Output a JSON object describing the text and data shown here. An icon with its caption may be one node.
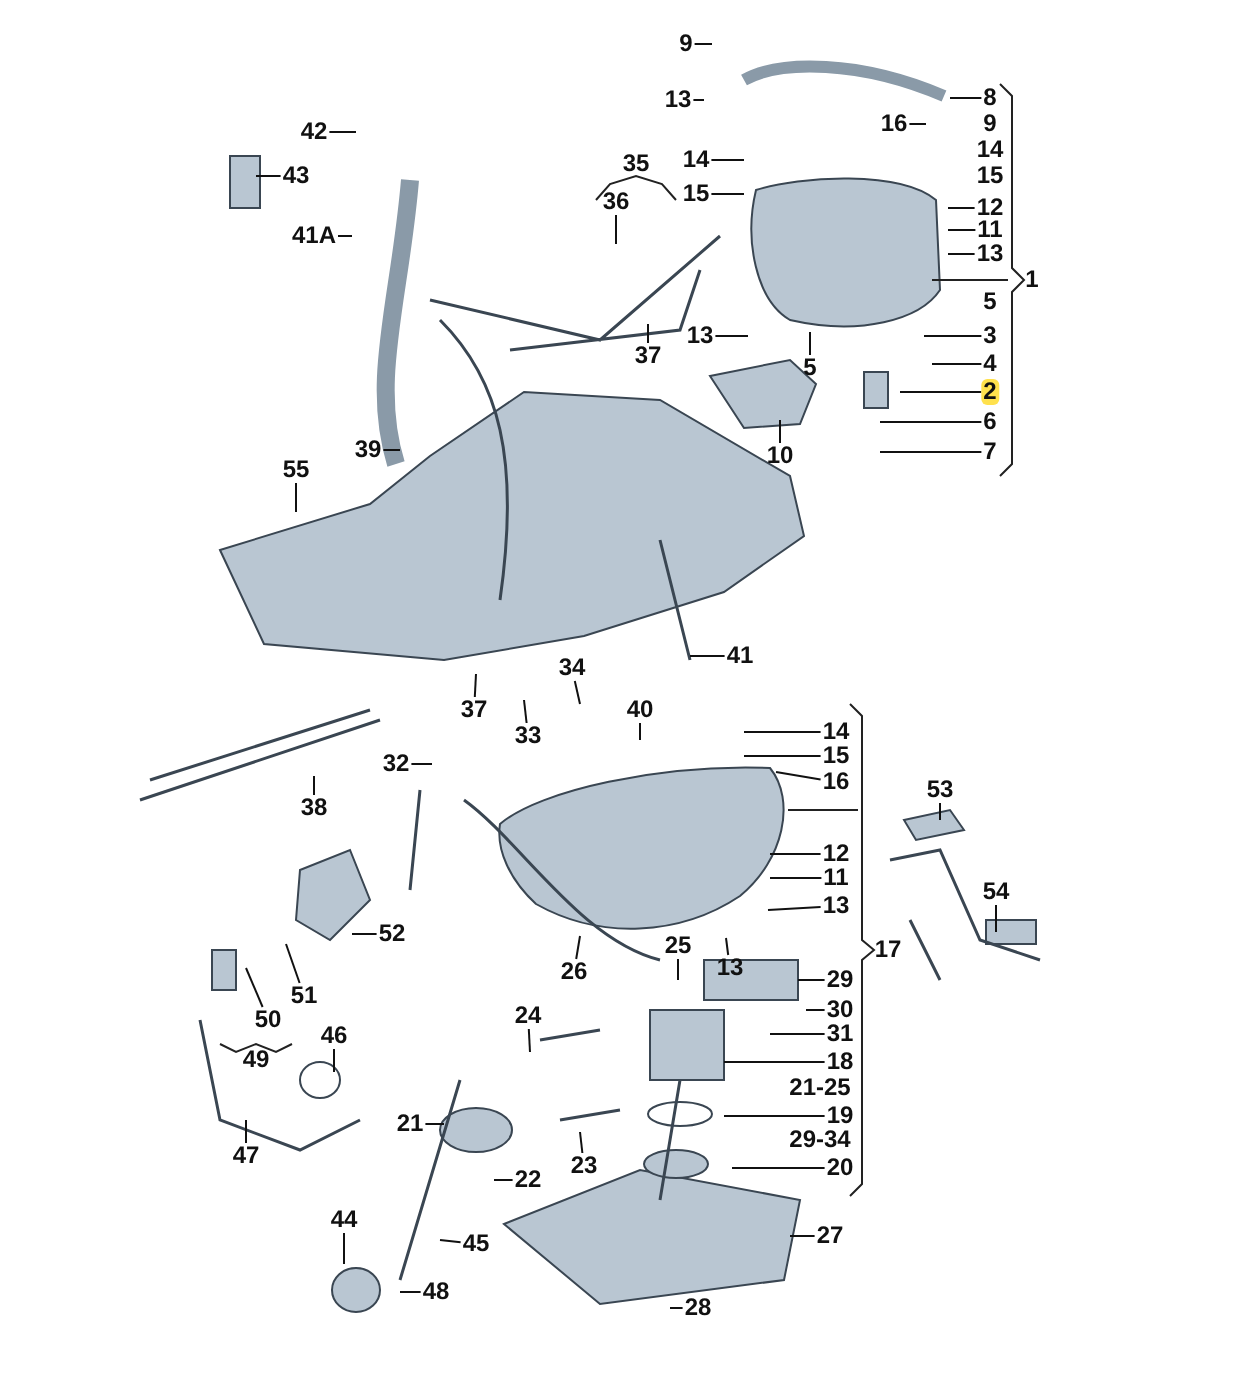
{
  "diagram": {
    "nodes": [
      {
        "text": [
          "9"
        ]
      },
      {
        "text": [
          "13"
        ]
      },
      {
        "text": [
          "8"
        ]
      },
      {
        "text": [
          "16"
        ]
      },
      {
        "text": [
          "42"
        ]
      },
      {
        "text": [
          "14"
        ]
      },
      {
        "text": [
          "43"
        ]
      },
      {
        "text": [
          "36"
        ]
      },
      {
        "text": [
          "15"
        ]
      },
      {
        "text": [
          "12"
        ]
      },
      {
        "text": [
          "11"
        ]
      },
      {
        "text": [
          "41A"
        ]
      },
      {
        "text": [
          "13"
        ]
      },
      {
        "text": [
          "13"
        ]
      },
      {
        "text": [
          "3"
        ]
      },
      {
        "text": [
          "37"
        ]
      },
      {
        "text": [
          "5"
        ]
      },
      {
        "text": [
          "4"
        ]
      },
      {
        "text": [
          "2"
        ]
      },
      {
        "text": [
          "6"
        ]
      },
      {
        "text": [
          "39"
        ]
      },
      {
        "text": [
          "10"
        ]
      },
      {
        "text": [
          "7"
        ]
      },
      {
        "text": [
          "55"
        ]
      },
      {
        "text": [
          "41"
        ]
      },
      {
        "text": [
          "34"
        ]
      },
      {
        "text": [
          "37"
        ]
      },
      {
        "text": [
          "40"
        ]
      },
      {
        "text": [
          "14"
        ]
      },
      {
        "text": [
          "33"
        ]
      },
      {
        "text": [
          "15"
        ]
      },
      {
        "text": [
          "32"
        ]
      },
      {
        "text": [
          "16"
        ]
      },
      {
        "text": [
          "53"
        ]
      },
      {
        "text": [
          "38"
        ]
      },
      {
        "text": [
          "12"
        ]
      },
      {
        "text": [
          "11"
        ]
      },
      {
        "text": [
          "54"
        ]
      },
      {
        "text": [
          "13"
        ]
      },
      {
        "text": [
          "13"
        ]
      },
      {
        "text": [
          "52"
        ]
      },
      {
        "text": [
          "25"
        ]
      },
      {
        "text": [
          "26"
        ]
      },
      {
        "text": [
          "29"
        ]
      },
      {
        "text": [
          "51"
        ]
      },
      {
        "text": [
          "30"
        ]
      },
      {
        "text": [
          "24"
        ]
      },
      {
        "text": [
          "50"
        ]
      },
      {
        "text": [
          "46"
        ]
      },
      {
        "text": [
          "31"
        ]
      },
      {
        "text": [
          "18"
        ]
      },
      {
        "text": [
          "19"
        ]
      },
      {
        "text": [
          "21"
        ]
      },
      {
        "text": [
          "47"
        ]
      },
      {
        "text": [
          "23"
        ]
      },
      {
        "text": [
          "20"
        ]
      },
      {
        "text": [
          "22"
        ]
      },
      {
        "text": [
          "44"
        ]
      },
      {
        "text": [
          "27"
        ]
      },
      {
        "text": [
          "45"
        ]
      },
      {
        "text": [
          "48"
        ]
      },
      {
        "text": [
          "28"
        ]
      }
    ],
    "edges": [
      {
        "from": 0,
        "to": null,
        "arrow": "none"
      },
      {
        "from": 1,
        "to": null,
        "arrow": "none"
      },
      {
        "from": 2,
        "to": null,
        "arrow": "none"
      },
      {
        "from": 3,
        "to": null,
        "arrow": "none"
      },
      {
        "from": 4,
        "to": null,
        "arrow": "none"
      },
      {
        "from": 5,
        "to": null,
        "arrow": "none"
      },
      {
        "from": 6,
        "to": null,
        "arrow": "none"
      },
      {
        "from": 7,
        "to": null,
        "arrow": "none"
      },
      {
        "from": 8,
        "to": null,
        "arrow": "none"
      },
      {
        "from": 9,
        "to": null,
        "arrow": "none"
      },
      {
        "from": 10,
        "to": null,
        "arrow": "none"
      },
      {
        "from": 11,
        "to": null,
        "arrow": "none"
      },
      {
        "from": 12,
        "to": null,
        "arrow": "none"
      },
      {
        "from": 13,
        "to": null,
        "arrow": "none"
      },
      {
        "from": 14,
        "to": null,
        "arrow": "none"
      },
      {
        "from": 15,
        "to": null,
        "arrow": "none"
      },
      {
        "from": 16,
        "to": null,
        "arrow": "none"
      },
      {
        "from": 17,
        "to": null,
        "arrow": "none"
      },
      {
        "from": 18,
        "to": null,
        "arrow": "none"
      },
      {
        "from": 19,
        "to": null,
        "arrow": "none"
      },
      {
        "from": 20,
        "to": null,
        "arrow": "none"
      },
      {
        "from": 21,
        "to": null,
        "arrow": "none"
      },
      {
        "from": 22,
        "to": null,
        "arrow": "none"
      },
      {
        "from": 23,
        "to": null,
        "arrow": "none"
      },
      {
        "from": 24,
        "to": null,
        "arrow": "none"
      },
      {
        "from": 25,
        "to": null,
        "arrow": "none"
      },
      {
        "from": 26,
        "to": null,
        "arrow": "none"
      },
      {
        "from": 27,
        "to": null,
        "arrow": "none"
      },
      {
        "from": 28,
        "to": null,
        "arrow": "none"
      },
      {
        "from": 29,
        "to": null,
        "arrow": "none"
      },
      {
        "from": 30,
        "to": null,
        "arrow": "none"
      },
      {
        "from": 31,
        "to": null,
        "arrow": "none"
      },
      {
        "from": 32,
        "to": null,
        "arrow": "none"
      },
      {
        "from": 33,
        "to": null,
        "arrow": "none"
      },
      {
        "from": 34,
        "to": null,
        "arrow": "none"
      },
      {
        "from": 35,
        "to": null,
        "arrow": "none"
      },
      {
        "from": 36,
        "to": null,
        "arrow": "none"
      },
      {
        "from": 37,
        "to": null,
        "arrow": "none"
      },
      {
        "from": 38,
        "to": null,
        "arrow": "none"
      },
      {
        "from": 39,
        "to": null,
        "arrow": "none"
      },
      {
        "from": 40,
        "to": null,
        "arrow": "none"
      },
      {
        "from": 41,
        "to": null,
        "arrow": "none"
      },
      {
        "from": 42,
        "to": null,
        "arrow": "none"
      },
      {
        "from": 43,
        "to": null,
        "arrow": "none"
      },
      {
        "from": 44,
        "to": null,
        "arrow": "none"
      },
      {
        "from": 45,
        "to": null,
        "arrow": "none"
      },
      {
        "from": 46,
        "to": null,
        "arrow": "none"
      },
      {
        "from": 47,
        "to": null,
        "arrow": "none"
      },
      {
        "from": 48,
        "to": null,
        "arrow": "none"
      },
      {
        "from": 49,
        "to": null,
        "arrow": "none"
      },
      {
        "from": 50,
        "to": null,
        "arrow": "none"
      },
      {
        "from": 51,
        "to": null,
        "arrow": "none"
      },
      {
        "from": 52,
        "to": null,
        "arrow": "none"
      },
      {
        "from": 53,
        "to": null,
        "arrow": "none"
      },
      {
        "from": 54,
        "to": null,
        "arrow": "none"
      },
      {
        "from": 55,
        "to": null,
        "arrow": "none"
      },
      {
        "from": 56,
        "to": null,
        "arrow": "none"
      },
      {
        "from": 57,
        "to": null,
        "arrow": "none"
      },
      {
        "from": 58,
        "to": null,
        "arrow": "none"
      },
      {
        "from": 59,
        "to": null,
        "arrow": "none"
      },
      {
        "from": 60,
        "to": null,
        "arrow": "none"
      },
      {
        "from": 61,
        "to": null,
        "arrow": "none"
      }
    ],
    "labels": [
      "35",
      "9",
      "14",
      "15",
      "1",
      "5",
      "17",
      "49",
      "21-25",
      "29-34"
    ]
  }
}
